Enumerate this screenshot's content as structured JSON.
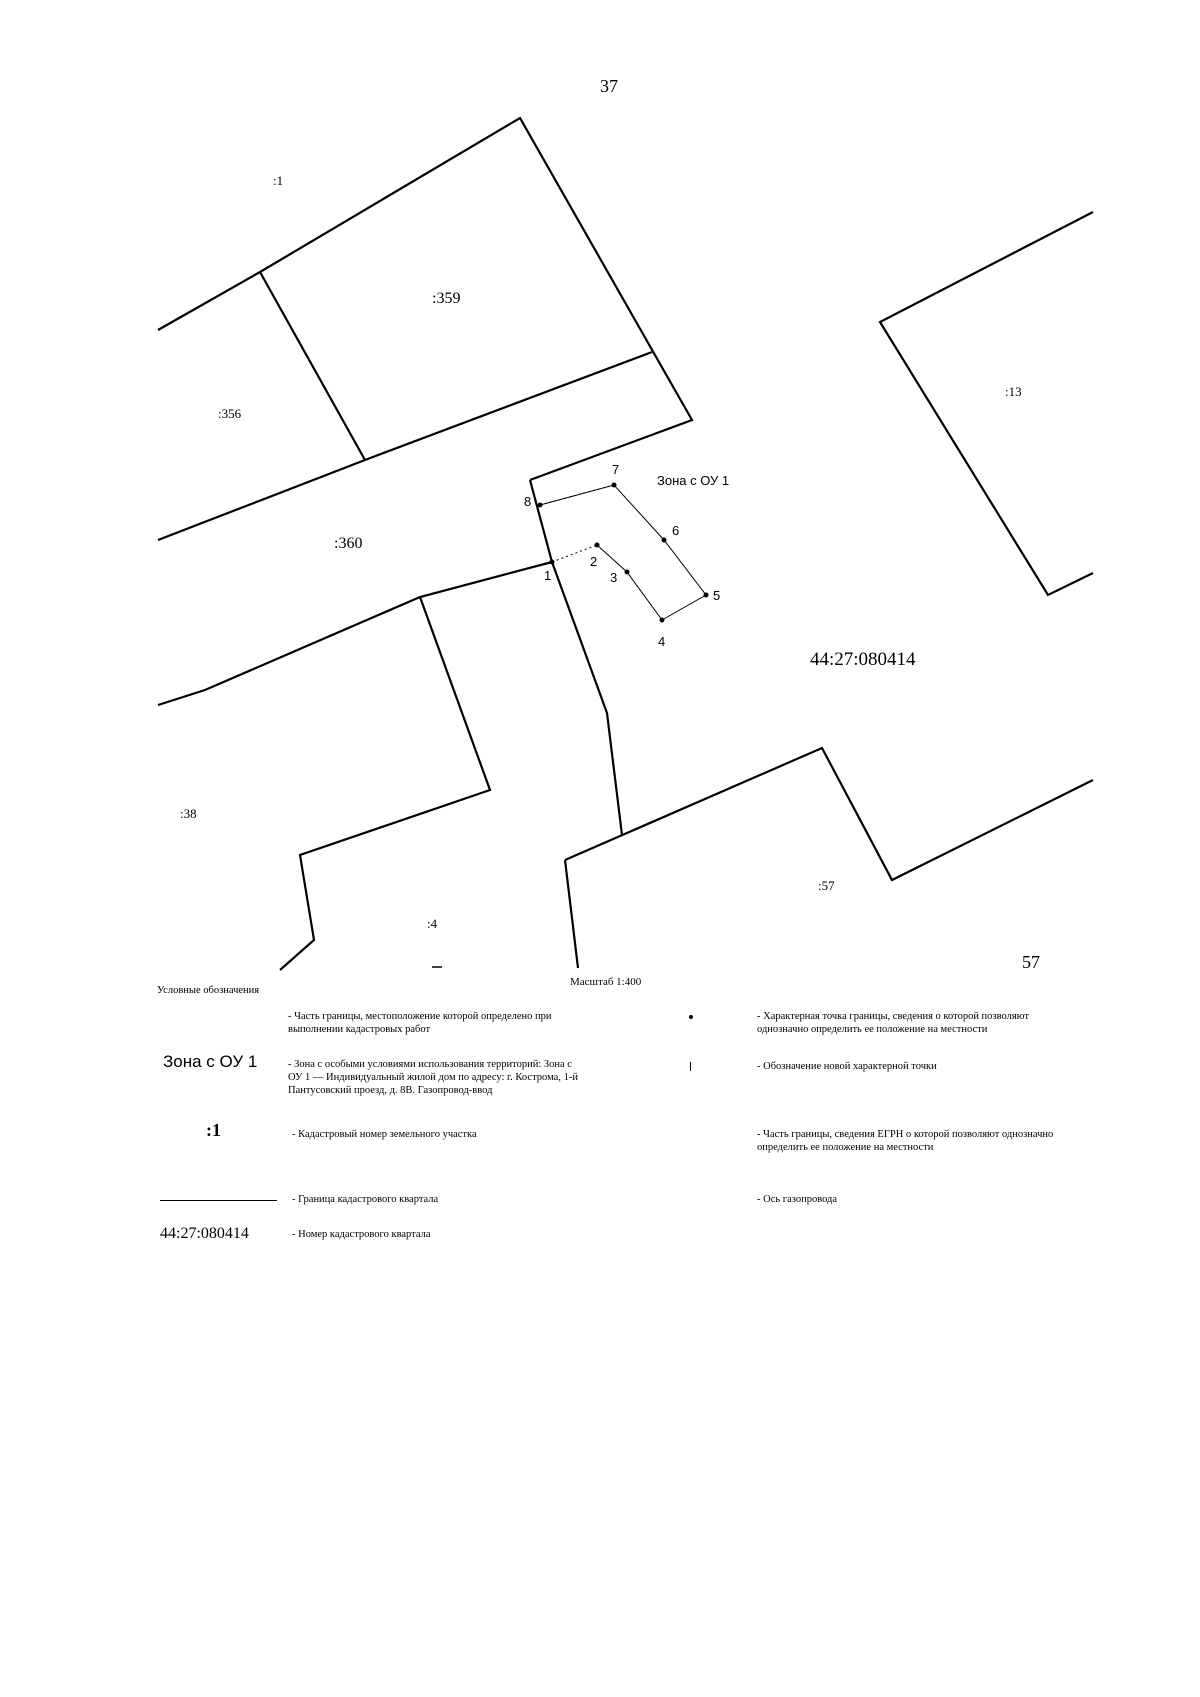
{
  "page_number": "37",
  "map": {
    "parcel_labels": {
      "p_1": ":1",
      "p_359": ":359",
      "p_356": ":356",
      "p_13": ":13",
      "p_360": ":360",
      "p_38": ":38",
      "p_57": ":57",
      "p_4": ":4",
      "p_57b": "57"
    },
    "quarter_number": "44:27:080414",
    "zone_label": "Зона с ОУ 1",
    "points": [
      "1",
      "2",
      "3",
      "4",
      "5",
      "6",
      "7",
      "8"
    ],
    "scale": "Масштаб 1:400"
  },
  "legend": {
    "title": "Условные обозначения",
    "zone_symbol": "Зона с ОУ 1",
    "parcel_symbol": ":1",
    "quarter_symbol": "44:27:080414",
    "items": {
      "part_boundary_defined": "- Часть границы, местоположение которой определено при выполнении кадастровых работ",
      "zone_desc": "- Зона с особыми условиями использования территорий: Зона с ОУ 1 — Индивидуальный жилой дом по адресу: г. Кострома, 1-й Пантусовский проезд, д. 8В. Газопровод-ввод",
      "parcel_number": "- Кадастровый номер земельного участка",
      "quarter_boundary": "- Граница кадастрового квартала",
      "quarter_number": "- Номер кадастрового квартала",
      "characteristic_point": "- Характерная точка границы, сведения о которой позволяют однозначно определить ее положение на местности",
      "new_point": "- Обозначение новой характерной точки",
      "part_boundary_egrn": "- Часть границы, сведения ЕГРН о которой позволяют однозначно определить ее положение на местности",
      "gas_axis": "- Ось газопровода"
    }
  }
}
